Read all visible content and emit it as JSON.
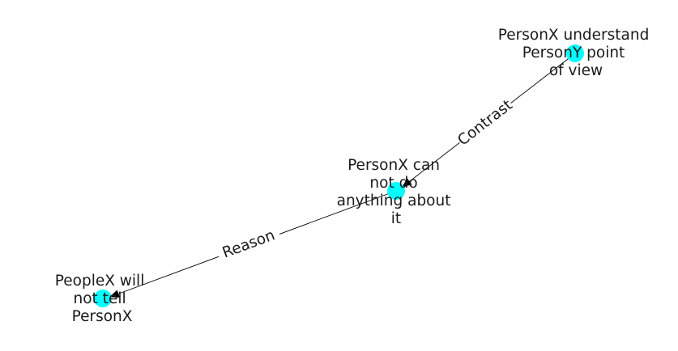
{
  "graph": {
    "node_color": "#00ffff",
    "edge_color": "#000000",
    "label_color": "#1a1a1a",
    "nodes": [
      {
        "id": "n1",
        "lines": [
          "PersonX understand",
          "PersonY point",
          "of view"
        ]
      },
      {
        "id": "n2",
        "lines": [
          "PersonX can",
          "not do",
          "anything about",
          "it"
        ]
      },
      {
        "id": "n3",
        "lines": [
          "PeopleX will",
          "not tell",
          "PersonX"
        ]
      }
    ],
    "edges": [
      {
        "from": "n1",
        "to": "n2",
        "label": "Contrast"
      },
      {
        "from": "n2",
        "to": "n3",
        "label": "Reason"
      }
    ]
  }
}
